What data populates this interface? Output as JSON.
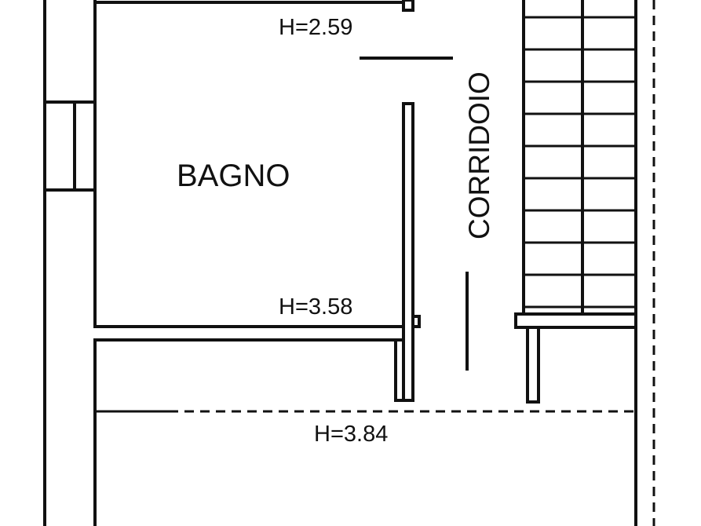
{
  "rooms": {
    "bagno": "BAGNO",
    "corridoio": "CORRIDOIO"
  },
  "heights": {
    "top": "H=2.59",
    "middle": "H=3.58",
    "bottom": "H=3.84"
  },
  "colors": {
    "line": "#111111",
    "background": "#ffffff"
  }
}
